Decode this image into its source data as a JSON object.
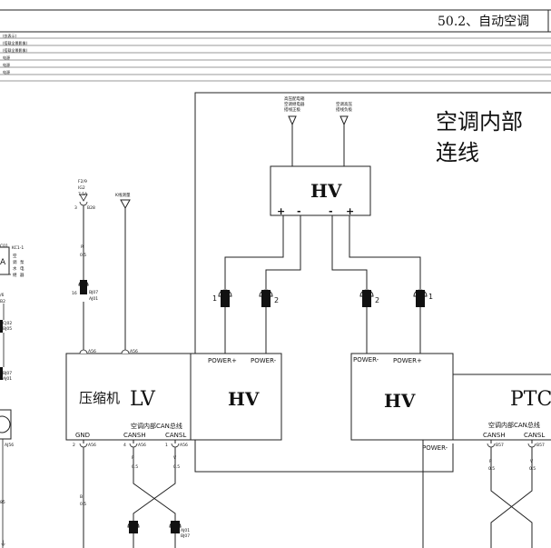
{
  "header": {
    "section_title": "50.2、自动空调",
    "legend_rows": [
      "(仅表示)",
      "(搭载全景影像)",
      "(搭载全景影像)",
      "电源",
      "电源",
      "电源"
    ]
  },
  "frame_title_line1": "空调内部",
  "frame_title_line2": "连线",
  "hv_top": {
    "label": "HV",
    "terminals": [
      "+",
      "-",
      "-",
      "+"
    ],
    "input_left": [
      "高压配电箱",
      "空调继电器",
      "搭线正极"
    ],
    "input_right": [
      "空调高压",
      "搭线负极"
    ]
  },
  "connectors": {
    "c1": "1",
    "c2": "2",
    "c3": "2",
    "c4": "1"
  },
  "compressor": {
    "name": "压缩机",
    "lv_label": "LV",
    "hv_label": "HV",
    "power_plus": "POWER+",
    "power_minus": "POWER-",
    "bus_label": "空调内部CAN总线",
    "gnd": "GND",
    "can_h": "CANSH",
    "can_l": "CANSL",
    "pin_gnd": "2",
    "code_gnd": "A56",
    "pin_can_h": "4",
    "code_can_h": "A56",
    "pin_can_l": "1",
    "code_can_l": "A56",
    "top_left_pin": "A56",
    "top_right_pin": "A56"
  },
  "ptc": {
    "name": "PTC",
    "hv_label": "HV",
    "power_minus": "POWER-",
    "power_plus": "POWER+",
    "power_minus_bottom": "POWER-",
    "bus_label": "空调内部CAN总线",
    "can_h": "CANSH",
    "can_l": "CANSL",
    "code_h": "B57",
    "code_l": "B57",
    "wire_h_color": "P",
    "wire_l_color": "V",
    "wire_gauge": "0.5"
  },
  "left_circuit": {
    "fuse_lines": [
      "F2/9",
      "IG2",
      "7.5A"
    ],
    "fuse_pin": "3",
    "fuse_code": "B28",
    "wire_color": "R",
    "wire_gauge": "0.5",
    "conn_pin": "16",
    "conn_code1": "BJ07",
    "conn_code2": "AJ01",
    "k_label": "K线测量",
    "bottom_color": "B",
    "bottom_gauge": "0.5",
    "bottom_code1": "AJ01",
    "bottom_code2": "BJ07"
  },
  "can_wires": {
    "color": "P",
    "gauge": "0.5",
    "color2": "V"
  },
  "edge_left": {
    "ac_box": "A",
    "kc_label": "KC1-1",
    "kc_desc": [
      "空",
      "调",
      "水",
      "泵",
      "继",
      "电",
      "器"
    ],
    "codes": [
      "C01",
      "25",
      "/6",
      "B2",
      "CJ02",
      "BJ05",
      "BJ07",
      "AJ01",
      "AJ56",
      "85"
    ]
  }
}
